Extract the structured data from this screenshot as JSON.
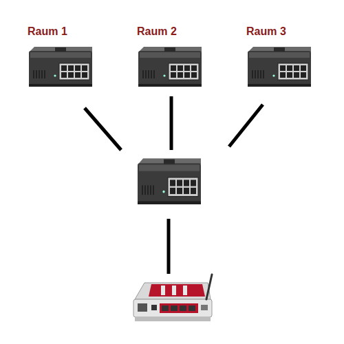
{
  "diagram": {
    "nodes": [
      {
        "text": [
          "Raum 1"
        ]
      },
      {
        "text": [
          "Raum 2"
        ]
      },
      {
        "text": [
          "Raum 3"
        ]
      }
    ]
  }
}
